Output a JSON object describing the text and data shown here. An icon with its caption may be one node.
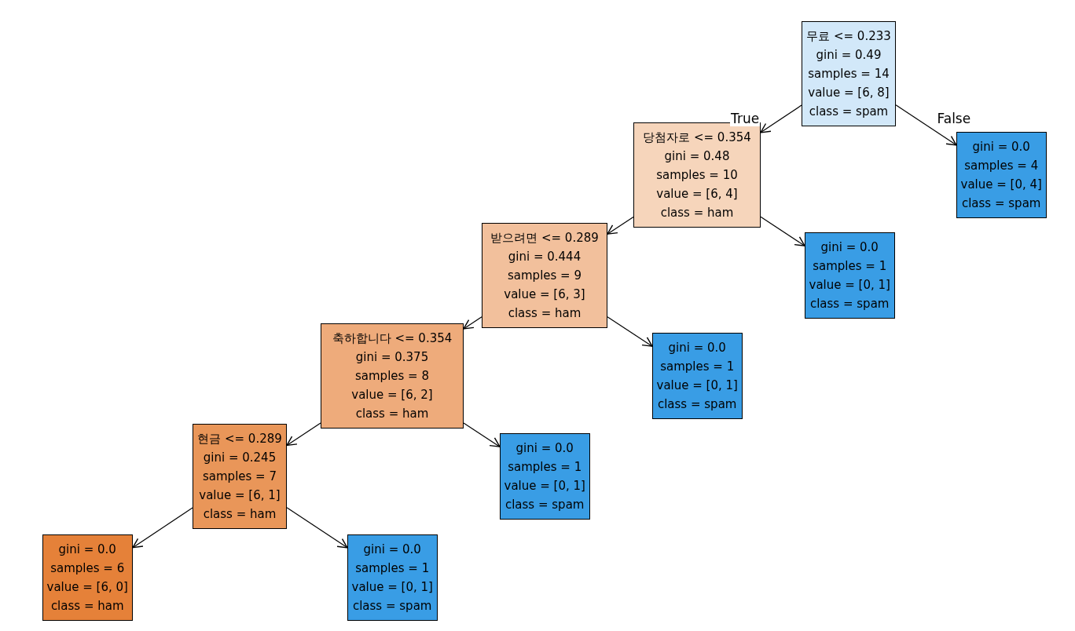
{
  "diagram": {
    "nodes": [
      {
        "text": [
          "무료 <= 0.233",
          "gini = 0.49",
          "samples = 14",
          "value = [6, 8]",
          "class = spam"
        ]
      },
      {
        "text": [
          "당첨자로 <= 0.354",
          "gini = 0.48",
          "samples = 10",
          "value = [6, 4]",
          "class = ham"
        ]
      },
      {
        "text": [
          "gini = 0.0",
          "samples = 4",
          "value = [0, 4]",
          "class = spam"
        ]
      },
      {
        "text": [
          "받으려면 <= 0.289",
          "gini = 0.444",
          "samples = 9",
          "value = [6, 3]",
          "class = ham"
        ]
      },
      {
        "text": [
          "gini = 0.0",
          "samples = 1",
          "value = [0, 1]",
          "class = spam"
        ]
      },
      {
        "text": [
          "축하합니다 <= 0.354",
          "gini = 0.375",
          "samples = 8",
          "value = [6, 2]",
          "class = ham"
        ]
      },
      {
        "text": [
          "gini = 0.0",
          "samples = 1",
          "value = [0, 1]",
          "class = spam"
        ]
      },
      {
        "text": [
          "현금 <= 0.289",
          "gini = 0.245",
          "samples = 7",
          "value = [6, 1]",
          "class = ham"
        ]
      },
      {
        "text": [
          "gini = 0.0",
          "samples = 1",
          "value = [0, 1]",
          "class = spam"
        ]
      },
      {
        "text": [
          "gini = 0.0",
          "samples = 6",
          "value = [6, 0]",
          "class = ham"
        ]
      },
      {
        "text": [
          "gini = 0.0",
          "samples = 1",
          "value = [0, 1]",
          "class = spam"
        ]
      }
    ],
    "edges": [
      {
        "from": 0,
        "to": 1,
        "arrow": "to",
        "label": "True"
      },
      {
        "from": 0,
        "to": 2,
        "arrow": "to",
        "label": "False"
      },
      {
        "from": 1,
        "to": 3,
        "arrow": "to"
      },
      {
        "from": 1,
        "to": 4,
        "arrow": "to"
      },
      {
        "from": 3,
        "to": 5,
        "arrow": "to"
      },
      {
        "from": 3,
        "to": 6,
        "arrow": "to"
      },
      {
        "from": 5,
        "to": 7,
        "arrow": "to"
      },
      {
        "from": 5,
        "to": 8,
        "arrow": "to"
      },
      {
        "from": 7,
        "to": 9,
        "arrow": "to"
      },
      {
        "from": 7,
        "to": 10,
        "arrow": "to"
      }
    ]
  }
}
